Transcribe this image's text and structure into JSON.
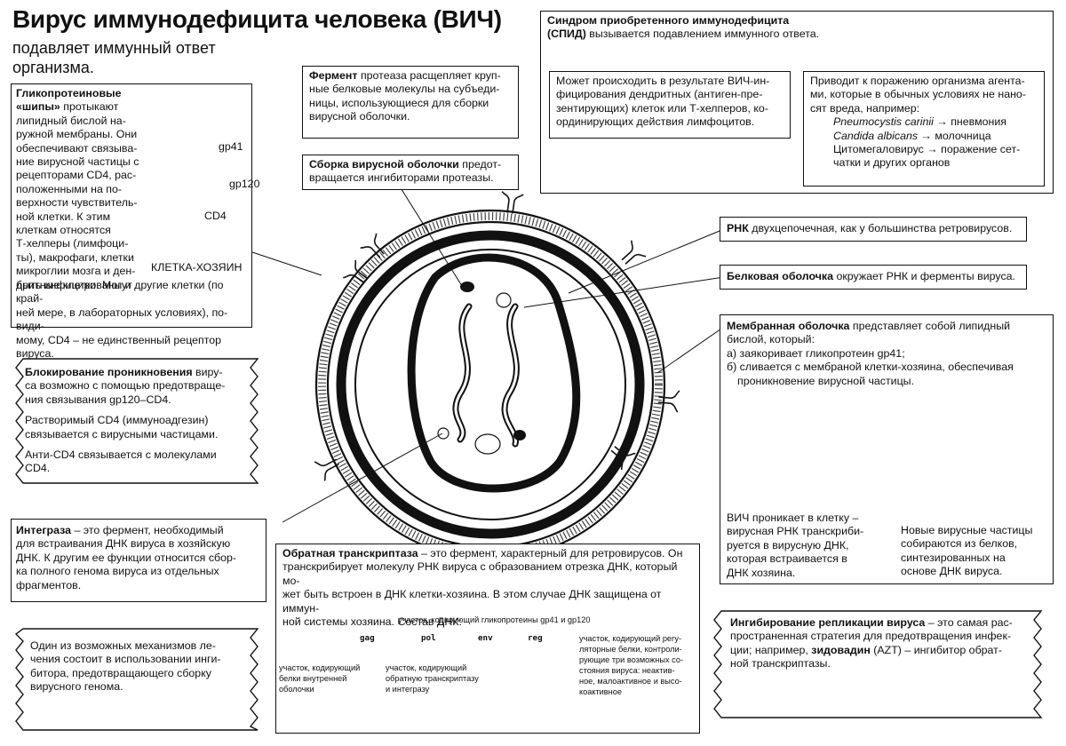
{
  "title": "Вирус иммунодефицита человека (ВИЧ)",
  "subtitle_l1": "подавляет иммунный ответ",
  "subtitle_l2": "организма.",
  "glyco": {
    "head": "Гликопротеиновые «шипы»",
    "l1": "протыкают",
    "l2": "липидный бислой на-",
    "l3": "ружной мембраны. Они",
    "l4": "обеспечивают связыва-",
    "l5": "ние вирусной частицы с",
    "l6": "рецепторами CD4, рас-",
    "l7": "положенными на по-",
    "l8": "верхности чувствитель-",
    "l9": "ной клетки. К этим",
    "l10": "клеткам относятся",
    "l11": "Т-хелперы (лимфоци-",
    "l12": "ты), макрофаги, клетки",
    "l13": "микроглии мозга и ден-",
    "l14": "дритные клетки. Могут",
    "l15": "быть инфицированы и другие клетки (по край-",
    "l16": "ней мере, в лабораторных условиях), по-види-",
    "l17": "мому, CD4 – не единственный рецептор вируса.",
    "label_gp41": "gp41",
    "label_gp120": "gp120",
    "label_cd4": "CD4",
    "label_host": "КЛЕТКА-ХОЗЯИН"
  },
  "block": {
    "head": "Блокирование проникновения",
    "l1": "виру-",
    "l2": "са возможно с помощью предотвраще-",
    "l3": "ния связывания gp120–CD4.",
    "p2a": "Растворимый CD4 (иммуноадгезин)",
    "p2b": "связывается с вирусными частицами.",
    "p3a": "Анти-CD4 связывается с молекулами",
    "p3b": "CD4."
  },
  "integrase": {
    "head": "Интеграза",
    "l1": "– это фермент, необходимый",
    "l2": "для встраивания ДНК вируса в хозяйскую",
    "l3": "ДНК. К другим ее функции относится сбор-",
    "l4": "ка полного генома вируса из отдельных",
    "l5": "фрагментов."
  },
  "treatment": {
    "l1": "Один из возможных механизмов ле-",
    "l2": "чения состоит в использовании инги-",
    "l3": "битора, предотвращающего сборку",
    "l4": "вирусного генома."
  },
  "enzyme": {
    "head": "Фермент",
    "l1": "протеаза расщепляет круп-",
    "l2": "ные белковые молекулы на субъеди-",
    "l3": "ницы, использующиеся для сборки",
    "l4": "вирусной оболочки."
  },
  "assembly": {
    "head": "Сборка вирусной оболочки",
    "l1": "предот-",
    "l2": "вращается ингибиторами протеазы."
  },
  "aids": {
    "head1": "Синдром приобретенного иммунодефицита",
    "head2": "(СПИД)",
    "l1": "вызывается подавлением иммунного ответа.",
    "left1": "Может происходить в результате ВИЧ-ин-",
    "left2": "фицирования дендритных (антиген-пре-",
    "left3": "зентирующих) клеток или Т-хелперов, ко-",
    "left4": "ординирующих действия лимфоцитов.",
    "right1": "Приводит к поражению организма агента-",
    "right2": "ми, которые в обычных условиях не нано-",
    "right3": "сят вреда, например:",
    "r4a": "Pneumocystis carinii",
    "r4b": "→ пневмония",
    "r5a": "Candida albicans",
    "r5b": "→ молочница",
    "r6": "Цитомегаловирус → поражение сет-",
    "r7": "чатки и других органов"
  },
  "rna": {
    "head": "РНК",
    "text": "двухцепочечная, как у большинства ретровирусов."
  },
  "protein_coat": {
    "head": "Белковая оболочка",
    "text": "окружает РНК и ферменты вируса."
  },
  "membrane": {
    "head": "Мембранная оболочка",
    "l1": "представляет собой липидный",
    "l2": "бислой, который:",
    "a": "а)  заякоривает гликопротеин gp41;",
    "b1": "б)  сливается с мембраной клетки-хозяина, обеспечивая",
    "b2": "проникновение вирусной частицы.",
    "c1a": "ВИЧ проникает в клетку –",
    "c1b": "вирусная РНК транскриби-",
    "c1c": "руется в вирусную ДНК,",
    "c1d": "которая встраивается в",
    "c1e": "ДНК хозяина.",
    "c2a": "Новые вирусные частицы",
    "c2b": "собираются из белков,",
    "c2c": "синтезированных на",
    "c2d": "основе ДНК вируса."
  },
  "rt": {
    "head": "Обратная транскриптаза",
    "l1": "– это фермент, характерный для ретровирусов. Он",
    "l2": "транскрибирует молекулу РНК вируса с образованием отрезка ДНК, который мо-",
    "l3": "жет быть встроен в ДНК клетки-хозяина. В этом случае ДНК защищена от иммун-",
    "l4": "ной системы хозяина. Состав ДНК:",
    "top_label": "участок, кодирующий гликопротеины gp41 и gp120",
    "gene_gag": "gag",
    "gene_pol": "pol",
    "gene_env": "env",
    "gene_reg": "reg",
    "gag1": "участок, кодирующий",
    "gag2": "белки внутренней",
    "gag3": "оболочки",
    "pol1": "участок, кодирующий",
    "pol2": "обратную транскриптазу",
    "pol3": "и интегразу",
    "reg1": "участок, кодирующий регу-",
    "reg2": "ляторные белки, контроли-",
    "reg3": "рующие три возможных со-",
    "reg4": "стояния вируса: неактив-",
    "reg5": "ное, малоактивное и высо-",
    "reg6": "коактивное"
  },
  "inhibit": {
    "head": "Ингибирование репликации вируса",
    "l1": "– это самая рас-",
    "l2": "пространенная стратегия для предотвращения инфек-",
    "l3": "ции; например,",
    "l3b": "зидовадин",
    "l3c": "(AZT) – ингибитор обрат-",
    "l4": "ной транскриптазы."
  }
}
